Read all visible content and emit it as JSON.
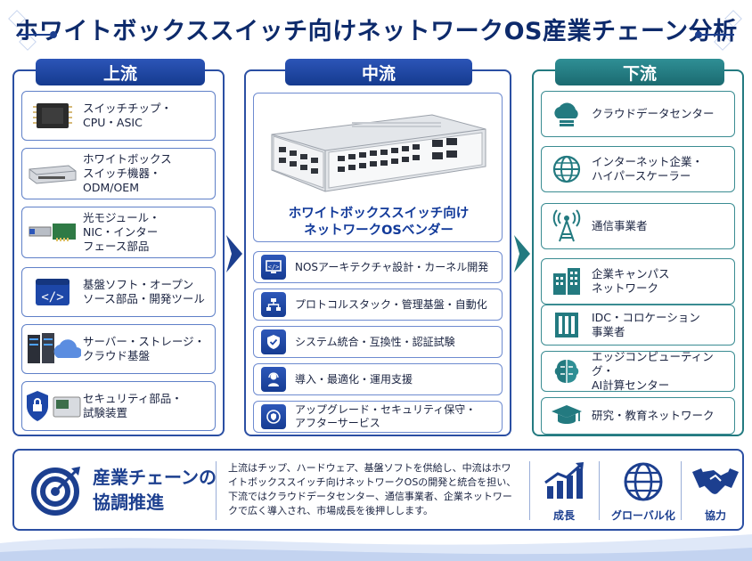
{
  "title": "ホワイトボックススイッチ向けネットワークOS産業チェーン分析",
  "upstream": {
    "header": "上流",
    "items": [
      {
        "label": "スイッチチップ・\nCPU・ASIC",
        "icon": "chip-icon"
      },
      {
        "label": "ホワイトボックス\nスイッチ機器・\nODM/OEM",
        "icon": "switch-hardware-icon"
      },
      {
        "label": "光モジュール・\nNIC・インター\nフェース部品",
        "icon": "optical-module-icon"
      },
      {
        "label": "基盤ソフト・オープン\nソース部品・開発ツール",
        "icon": "code-window-icon"
      },
      {
        "label": "サーバー・ストレージ・\nクラウド基盤",
        "icon": "server-cloud-icon"
      },
      {
        "label": "セキュリティ部品・\n試験装置",
        "icon": "security-test-icon"
      }
    ]
  },
  "midstream": {
    "header": "中流",
    "vendor_title": "ホワイトボックススイッチ向け\nネットワークOSベンダー",
    "items": [
      {
        "label": "NOSアーキテクチャ設計・カーネル開発",
        "icon": "code-monitor-icon"
      },
      {
        "label": "プロトコルスタック・管理基盤・自動化",
        "icon": "hierarchy-icon"
      },
      {
        "label": "システム統合・互換性・認証試験",
        "icon": "shield-check-icon"
      },
      {
        "label": "導入・最適化・運用支援",
        "icon": "support-agent-icon"
      },
      {
        "label": "アップグレード・セキュリティ保守・\nアフターサービス",
        "icon": "refresh-shield-icon"
      }
    ]
  },
  "downstream": {
    "header": "下流",
    "items": [
      {
        "label": "クラウドデータセンター",
        "icon": "cloud-server-icon"
      },
      {
        "label": "インターネット企業・\nハイパースケーラー",
        "icon": "globe-icon"
      },
      {
        "label": "通信事業者",
        "icon": "antenna-icon"
      },
      {
        "label": "企業キャンパス\nネットワーク",
        "icon": "buildings-icon"
      },
      {
        "label": "IDC・コロケーション\n事業者",
        "icon": "datacenter-building-icon"
      },
      {
        "label": "エッジコンピューティング・\nAI計算センター",
        "icon": "ai-brain-icon"
      },
      {
        "label": "研究・教育ネットワーク",
        "icon": "graduation-cap-icon"
      }
    ]
  },
  "bottom": {
    "title": "産業チェーンの\n協調推進",
    "text": "上流はチップ、ハードウェア、基盤ソフトを供給し、中流はホワイトボックススイッチ向けネットワークOSの開発と統合を担い、下流ではクラウドデータセンター、通信事業者、企業ネットワークで広く導入され、市場成長を後押しします。",
    "icons": [
      {
        "label": "成長",
        "icon": "growth-chart-icon"
      },
      {
        "label": "グローバル化",
        "icon": "globe-icon"
      },
      {
        "label": "協力",
        "icon": "handshake-icon"
      }
    ]
  },
  "colors": {
    "primary": "#1c3f8f",
    "accent_teal": "#237a80",
    "border_blue": "#2b4fa3"
  }
}
